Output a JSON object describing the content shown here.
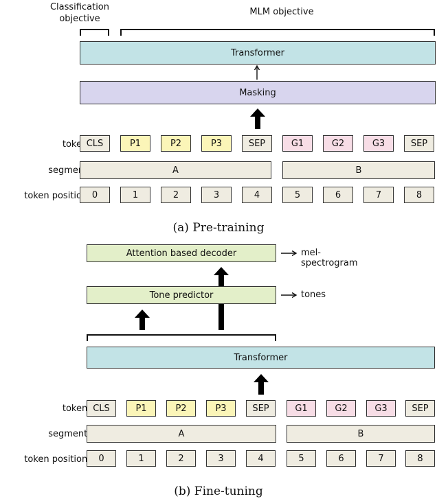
{
  "pretraining": {
    "objective_classification_line1": "Classification",
    "objective_classification_line2": "objective",
    "objective_mlm": "MLM objective",
    "transformer": "Transformer",
    "masking": "Masking",
    "caption": "(a) Pre-training"
  },
  "finetuning": {
    "decoder": "Attention based decoder",
    "decoder_output": "mel-spectrogram",
    "tone_predictor": "Tone predictor",
    "tone_output": "tones",
    "transformer": "Transformer",
    "caption": "(b) Fine-tuning"
  },
  "row_labels": {
    "tokens": "tokens",
    "segments": "segments",
    "positions": "token positions"
  },
  "tokens": [
    "CLS",
    "P1",
    "P2",
    "P3",
    "SEP",
    "G1",
    "G2",
    "G3",
    "SEP"
  ],
  "segments": [
    "A",
    "B"
  ],
  "positions": [
    "0",
    "1",
    "2",
    "3",
    "4",
    "5",
    "6",
    "7",
    "8"
  ],
  "colors": {
    "beige": "#efece1",
    "yellow": "#fbf5b8",
    "pink": "#f7dde6",
    "cyan": "#c2e3e6",
    "lavender": "#d8d5ee",
    "green": "#e3efc9"
  }
}
